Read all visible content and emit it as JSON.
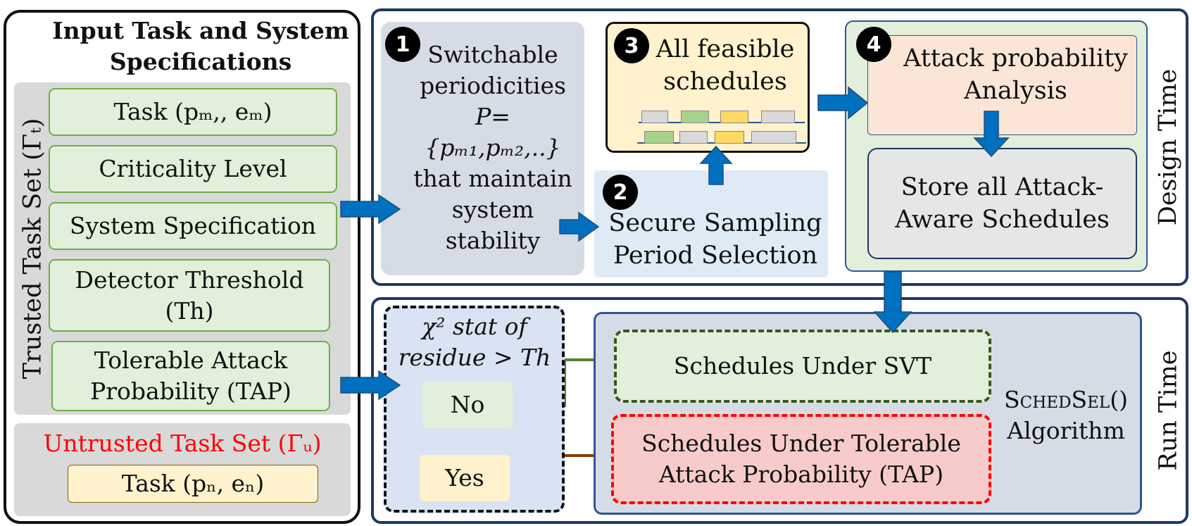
{
  "input_panel": {
    "title_line1": "Input Task and System",
    "title_line2": "Specifications",
    "trusted_label": "Trusted  Task Set (Γₜ)",
    "trusted_items": [
      {
        "label": "Task (pₘ,, eₘ)"
      },
      {
        "label": "Criticality Level"
      },
      {
        "label": "System Specification"
      },
      {
        "label_line1": "Detector Threshold",
        "label_line2": "(Th)"
      },
      {
        "label_line1": "Tolerable Attack",
        "label_line2": "Probability (TAP)"
      }
    ],
    "untrusted_label": "Untrusted Task Set (Γᵤ)",
    "untrusted_task": "Task (pₙ, eₙ)"
  },
  "design_time": {
    "label": "Design Time",
    "step1": {
      "number": "1",
      "lines": [
        "Switchable",
        "periodicities",
        "P=",
        "{pₘ₁,pₘ₂,..}",
        "that maintain",
        "system",
        "stability"
      ]
    },
    "step2": {
      "number": "2",
      "line1": "Secure Sampling",
      "line2": "Period Selection"
    },
    "step3": {
      "number": "3",
      "line1": "All feasible",
      "line2": "schedules"
    },
    "step4": {
      "number": "4",
      "analysis_line1": "Attack probability",
      "analysis_line2": "Analysis",
      "store_line1": "Store all Attack-",
      "store_line2": "Aware Schedules"
    }
  },
  "run_time": {
    "label": "Run Time",
    "condition_line1": "χ² stat of",
    "condition_line2": "residue > Th",
    "no_label": "No",
    "yes_label": "Yes",
    "svt_box": "Schedules Under SVT",
    "tap_line1": "Schedules Under Tolerable",
    "tap_line2": "Attack Probability (TAP)",
    "algo_line1": "SchedSel()",
    "algo_line2": "Algorithm"
  },
  "colors": {
    "frame": "#1f3864",
    "arrow": "#0070c0",
    "green_fill": "#e2efda",
    "green_border": "#70ad47",
    "yellow_fill": "#fff2cc",
    "peach_fill": "#fbe5d6",
    "red": "#ff0000",
    "brown_line": "#843c0c",
    "green_line": "#548235"
  }
}
